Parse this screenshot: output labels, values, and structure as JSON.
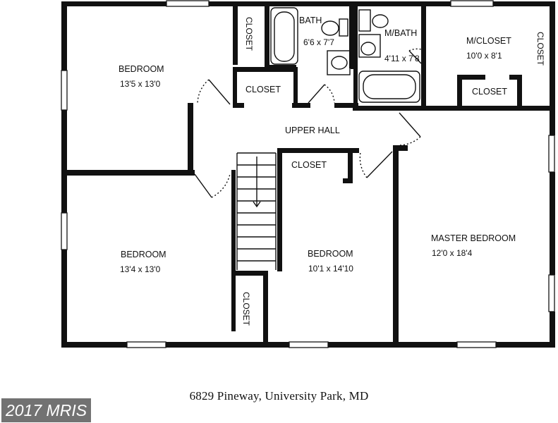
{
  "rooms": {
    "bedroom_nw": {
      "label": "BEDROOM",
      "dims": "13'5 x 13'0"
    },
    "bedroom_sw": {
      "label": "BEDROOM",
      "dims": "13'4 x 13'0"
    },
    "bedroom_center": {
      "label": "BEDROOM",
      "dims": "10'1 x 14'10"
    },
    "master_bedroom": {
      "label": "MASTER BEDROOM",
      "dims": "12'0 x 18'4"
    },
    "bath": {
      "label": "BATH",
      "dims": "6'6 x 7'7"
    },
    "m_bath": {
      "label": "M/BATH",
      "dims": "4'11 x 7'8"
    },
    "m_closet": {
      "label": "M/CLOSET",
      "dims": "10'0 x 8'1"
    },
    "upper_hall": {
      "label": "UPPER HALL"
    },
    "closet_nw": {
      "label": "CLOSET"
    },
    "closet_hall": {
      "label": "CLOSET"
    },
    "closet_center": {
      "label": "CLOSET"
    },
    "closet_master": {
      "label": "CLOSET"
    },
    "closet_mcloset": {
      "label": "CLOSET"
    },
    "closet_sw": {
      "label": "CLOSET"
    }
  },
  "caption": "6829 Pineway, University Park, MD",
  "watermark": "2017 MRIS"
}
